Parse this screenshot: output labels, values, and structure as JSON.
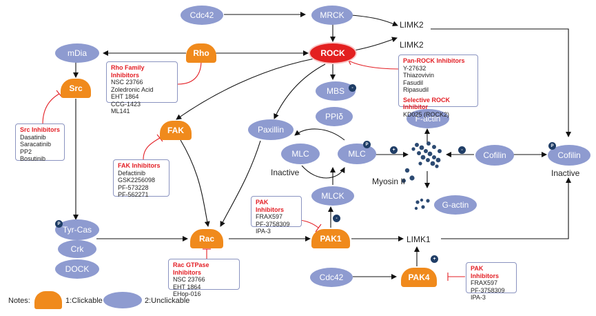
{
  "nodes": {
    "cdc42_top": "Cdc42",
    "mrck": "MRCK",
    "limk2_a": "LIMK2",
    "limk2_b": "LIMK2",
    "mdia": "mDia",
    "rho": "Rho",
    "rock": "ROCK",
    "src": "Src",
    "mbs": "MBS",
    "ppid": "PPIδ",
    "fak": "FAK",
    "paxillin": "Paxillin",
    "mlc_left": "MLC",
    "mlc_right": "MLC",
    "inactive_mlc": "Inactive",
    "factin": "F-actin",
    "cofilin": "Cofilin",
    "cofilin_p": "Cofilin",
    "inactive_cofilin": "Inactive",
    "myosin": "Myosin II",
    "gactin": "G-actin",
    "mlck": "MLCK",
    "tyrcas": "Tyr-Cas",
    "crk": "Crk",
    "dock": "DOCK",
    "rac": "Rac",
    "pak1": "PAK1",
    "limk1": "LIMK1",
    "cdc42_bottom": "Cdc42",
    "pak4": "PAK4"
  },
  "badges": {
    "minus": "-",
    "plus": "+",
    "phospho": "P"
  },
  "inhibitors": {
    "rho": {
      "title": "Rho Family Inhibitors",
      "items": [
        "NSC 23766",
        "Zoledronic Acid",
        "EHT 1864",
        "CCG-1423",
        "ML141"
      ]
    },
    "rock": {
      "title": "Pan-ROCK Inhibitors",
      "items": [
        "Y-27632",
        "Thiazovivin",
        "Fasudil",
        "Ripasudil"
      ],
      "title2": "Selective ROCK Inhibitor",
      "items2": [
        "KD025 (ROCK2)"
      ]
    },
    "src": {
      "title": "Src Inhibitors",
      "items": [
        "Dasatinib",
        "Saracatinib",
        "PP2",
        "Bosutinib"
      ]
    },
    "fak": {
      "title": "FAK Inhibitors",
      "items": [
        "Defactinib",
        "GSK2256098",
        "PF-573228",
        "PF-562271"
      ]
    },
    "pak_mid": {
      "title": "PAK Inhibitors",
      "items": [
        "FRAX597",
        "PF-3758309",
        "IPA-3"
      ]
    },
    "rac": {
      "title": "Rac GTPase Inhibitors",
      "items": [
        "NSC 23766",
        "EHT 1864",
        "EHop-016"
      ]
    },
    "pak_right": {
      "title": "PAK Inhibitors",
      "items": [
        "FRAX597",
        "PF-3758309",
        "IPA-3"
      ]
    }
  },
  "legend": {
    "notes": "Notes:",
    "clickable": "1:Clickable",
    "unclickable": "2:Unclickable"
  },
  "colors": {
    "clickable": "#f08a1c",
    "unclickable": "#8e9bd0",
    "highlight": "#e32020",
    "inhibitor_title": "#e31e24",
    "inhibition_line": "#e31e24"
  }
}
